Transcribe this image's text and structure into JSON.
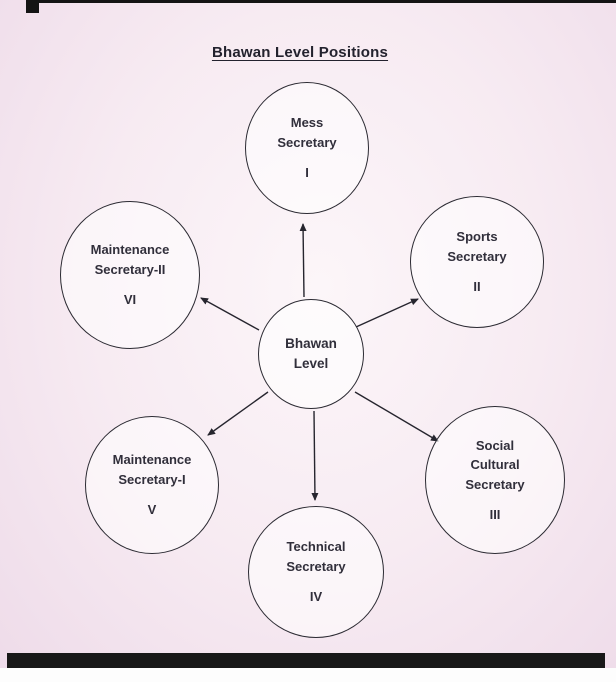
{
  "page": {
    "bg_color": "#f5e7ef",
    "ink_color": "#2e2d38"
  },
  "title": "Bhawan Level Positions",
  "center_node": {
    "line1": "Bhawan",
    "line2": "Level"
  },
  "nodes": [
    {
      "name": "mess-secretary",
      "line1": "Mess",
      "line2": "Secretary",
      "numeral": "I"
    },
    {
      "name": "sports-secretary",
      "line1": "Sports",
      "line2": "Secretary",
      "numeral": "II"
    },
    {
      "name": "social-cultural-secretary",
      "line1": "Social",
      "line2": "Cultural",
      "line3": "Secretary",
      "numeral": "III"
    },
    {
      "name": "technical-secretary",
      "line1": "Technical",
      "line2": "Secretary",
      "numeral": "IV"
    },
    {
      "name": "maintenance-secretary-1",
      "line1": "Maintenance",
      "line2": "Secretary-I",
      "numeral": "V"
    },
    {
      "name": "maintenance-secretary-2",
      "line1": "Maintenance",
      "line2": "Secretary-II",
      "numeral": "VI"
    }
  ]
}
